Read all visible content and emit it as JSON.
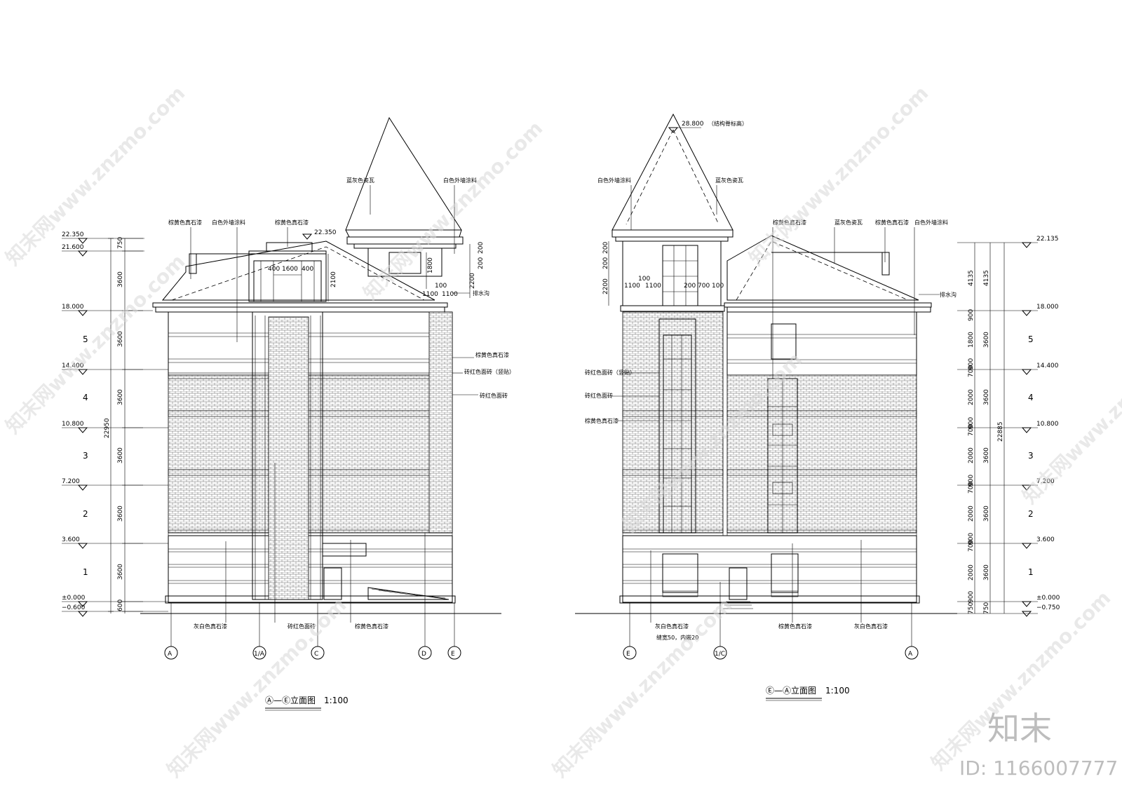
{
  "left_elevation": {
    "title": "Ⓐ—Ⓔ立面图",
    "scale": "1:100",
    "levels": [
      "22.350",
      "21.600",
      "18.000",
      "14.400",
      "10.800",
      "7.200",
      "3.600",
      "±0.000",
      "−0.600"
    ],
    "top_level": "22.350",
    "floors": [
      "5",
      "4",
      "3",
      "2",
      "1"
    ],
    "dims_left": [
      "750",
      "3600",
      "3600",
      "3600",
      "3600",
      "3600",
      "3600",
      "600"
    ],
    "total_height": "22950",
    "dims_top": [
      "400",
      "1600",
      "400"
    ],
    "dim_2100": "2100",
    "dims_tower": [
      "1100",
      "1100"
    ],
    "dim_100": "100",
    "dims_right": [
      "200",
      "200",
      "2200",
      "1800"
    ],
    "axes": [
      "A",
      "1/A",
      "C",
      "D",
      "E"
    ],
    "labels": {
      "lt_stone": "棕黄色真石漆",
      "white_coat": "白色外墙涂料",
      "lt_stone2": "棕黄色真石漆",
      "blue_tile": "蓝灰色瓷瓦",
      "white_coat2": "白色外墙涂料",
      "drain": "排水沟",
      "stone_r": "棕黄色真石漆",
      "red_brick_band": "砖红色面砖（竖贴）",
      "red_brick": "砖红色面砖",
      "grey_stone": "灰白色真石漆",
      "red_brick_b": "砖红色面砖",
      "stone_b": "棕黄色真石漆"
    }
  },
  "right_elevation": {
    "title": "Ⓔ—Ⓐ立面图",
    "scale": "1:100",
    "apex_level": "28.800",
    "apex_note": "（结构脊标高）",
    "levels": [
      "22.135",
      "18.000",
      "14.400",
      "10.800",
      "7.200",
      "3.600",
      "±0.000",
      "−0.750"
    ],
    "floors": [
      "5",
      "4",
      "3",
      "2",
      "1"
    ],
    "dims_inner": [
      "4135",
      "900",
      "1800",
      "700",
      "900",
      "2000",
      "700",
      "900",
      "2000",
      "700",
      "900",
      "2000",
      "700",
      "900",
      "2000",
      "900",
      "750"
    ],
    "dims_outer": [
      "4135",
      "3600",
      "3600",
      "3600",
      "3600",
      "3600",
      "750"
    ],
    "total_height": "22885",
    "dims_tower_left": [
      "200",
      "200",
      "2200"
    ],
    "dims_tower": [
      "100",
      "1100",
      "1100"
    ],
    "dims_win": [
      "200",
      "700",
      "100"
    ],
    "axes": [
      "E",
      "1/C",
      "A"
    ],
    "labels": {
      "white_coat": "白色外墙涂料",
      "blue_tile": "蓝灰色瓷瓦",
      "stone": "棕黄色真石漆",
      "blue_tile2": "蓝灰色瓷瓦",
      "stone2": "棕黄色真石漆",
      "white_coat2": "白色外墙涂料",
      "drain": "排水沟",
      "red_brick_band": "砖红色面砖（竖贴）",
      "red_brick": "砖红色面砖",
      "stone_l": "棕黄色真石漆",
      "grey_stone": "灰白色真石漆",
      "joint_note": "缝宽50，内嵌20",
      "stone_b": "棕黄色真石漆",
      "grey_stone2": "灰白色真石漆"
    }
  },
  "watermark": {
    "text": "知末网www.znzmo.com",
    "brand": "知末",
    "image_id": "ID: 1166007777"
  }
}
